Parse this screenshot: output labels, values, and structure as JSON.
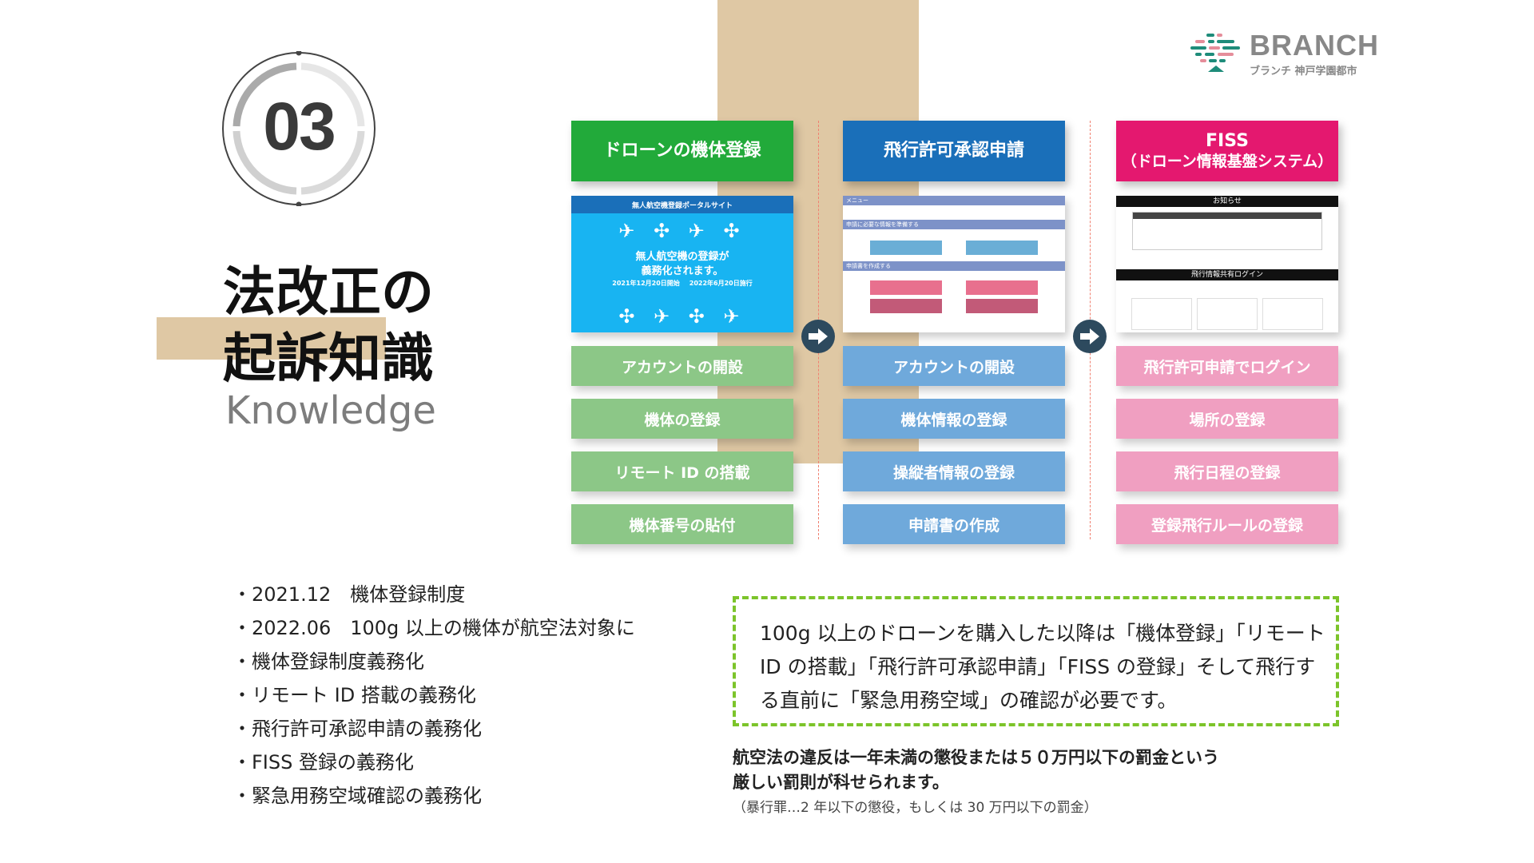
{
  "logo": {
    "name": "BRANCH",
    "subtitle": "ブランチ 神戸学園都市"
  },
  "section": {
    "number": "03",
    "title_line1": "法改正の",
    "title_line2": "起訴知識",
    "subtitle": "Knowledge"
  },
  "columns": [
    {
      "title": "ドローンの機体登録",
      "color": "#22aa3a",
      "step_color": "#8cc787",
      "screenshot": {
        "site_title": "無人航空機登録ポータルサイト",
        "headline1": "無人航空機の登録が",
        "headline2": "義務化されます。",
        "date1": "2021年12月20日開始",
        "date2": "2022年6月20日施行"
      },
      "steps": [
        "アカウントの開設",
        "機体の登録",
        "リモート ID の搭載",
        "機体番号の貼付"
      ]
    },
    {
      "title": "飛行許可承認申請",
      "color": "#1a6fb9",
      "step_color": "#6fa9db",
      "screenshot": {
        "menu": "メニュー",
        "section1": "申請に必要な情報を準備する",
        "section2": "申請書を作成する"
      },
      "steps": [
        "アカウントの開設",
        "機体情報の登録",
        "操縦者情報の登録",
        "申請書の作成"
      ]
    },
    {
      "title": "FISS",
      "title_sub": "（ドローン情報基盤システム）",
      "color": "#e4186f",
      "step_color": "#f09fc1",
      "screenshot": {
        "news": "お知らせ",
        "login": "飛行情報共有ログイン"
      },
      "steps": [
        "飛行許可申請でログイン",
        "場所の登録",
        "飛行日程の登録",
        "登録飛行ルールの登録"
      ]
    }
  ],
  "bullets": [
    "・2021.12　機体登録制度",
    "・2022.06　100g 以上の機体が航空法対象に",
    "・機体登録制度義務化",
    "・リモート ID 搭載の義務化",
    "・飛行許可承認申請の義務化",
    "・FISS 登録の義務化",
    "・緊急用務空域確認の義務化"
  ],
  "note": {
    "lines": [
      "100g 以上のドローンを購入した以降は「機体登録」「リモート",
      "ID の搭載」「飛行許可承認申請」「FISS の登録」そして飛行す",
      "る直前に「緊急用務空域」の確認が必要です。"
    ]
  },
  "warning": {
    "line1": "航空法の違反は一年未満の懲役または５０万円以下の罰金という",
    "line2": "厳しい罰則が科せられます。",
    "footnote": "（暴行罪…2 年以下の懲役，もしくは 30 万円以下の罰金）"
  }
}
